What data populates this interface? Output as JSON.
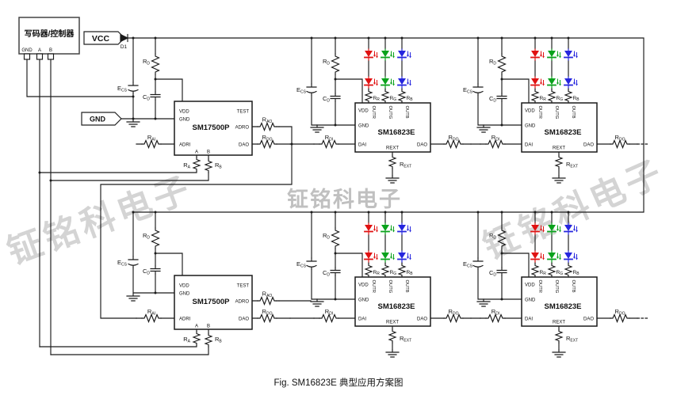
{
  "caption": "Fig. SM16823E 典型应用方案图",
  "watermark": "钲铭科电子",
  "controller": {
    "title": "写码器/控制器",
    "pin_gnd": "GND",
    "pin_a": "A",
    "pin_b": "B"
  },
  "tags": {
    "vcc": "VCC",
    "gnd": "GND"
  },
  "diode_d1": "D1",
  "chip17500": {
    "name": "SM17500P",
    "vdd": "VDD",
    "gnd": "GND",
    "adri": "ADRI",
    "test": "TEST",
    "adro": "ADRO",
    "dao": "DAO",
    "a": "A",
    "b": "B"
  },
  "chip16823": {
    "name": "SM16823E",
    "vdd": "VDD",
    "gnd": "GND",
    "dai": "DAI",
    "outr": "OUTR",
    "outg": "OUTG",
    "outb": "OUTB",
    "rext": "REXT",
    "dao": "DAO"
  },
  "parts": {
    "rd": {
      "base": "R",
      "sub": "D"
    },
    "ecs": {
      "base": "E",
      "sub": "CS"
    },
    "cd": {
      "base": "C",
      "sub": "D"
    },
    "rai": {
      "base": "R",
      "sub": "AI"
    },
    "rao": {
      "base": "R",
      "sub": "AO"
    },
    "rdi": {
      "base": "R",
      "sub": "DI"
    },
    "rdo": {
      "base": "R",
      "sub": "DO"
    },
    "ra": {
      "base": "R",
      "sub": "A"
    },
    "rb": {
      "base": "R",
      "sub": "B"
    },
    "rr": {
      "base": "R",
      "sub": "R"
    },
    "rg": {
      "base": "R",
      "sub": "G"
    },
    "rb_led": {
      "base": "R",
      "sub": "B"
    },
    "rext": {
      "base": "R",
      "sub": "EXT"
    }
  },
  "colors": {
    "led_red": "#e01212",
    "led_green": "#0aa21c",
    "led_blue": "#2626de",
    "vcc_text": "#d80000",
    "controller_fill": "#dce6f1",
    "watermark": "#ababab"
  }
}
